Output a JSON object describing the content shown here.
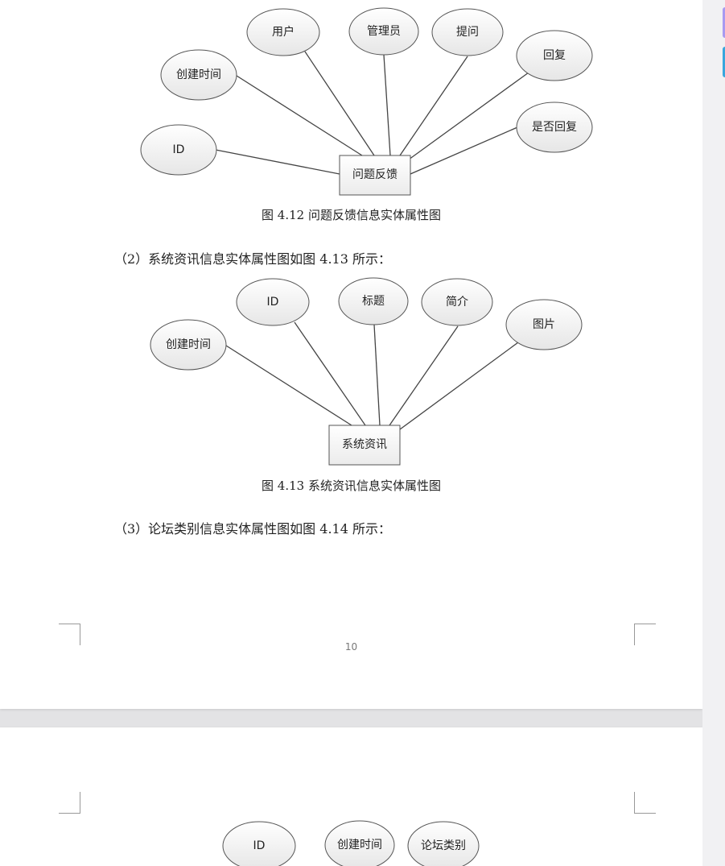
{
  "page1": {
    "figure_4_12": {
      "entity": "问题反馈",
      "attributes": [
        "用户",
        "管理员",
        "提问",
        "回复",
        "创建时间",
        "ID",
        "是否回复"
      ],
      "caption": "图 4.12   问题反馈信息实体属性图"
    },
    "paragraph_2": "（2）系统资讯信息实体属性图如图 4.13 所示：",
    "figure_4_13": {
      "entity": "系统资讯",
      "attributes": [
        "ID",
        "标题",
        "简介",
        "图片",
        "创建时间"
      ],
      "caption": "图 4.13   系统资讯信息实体属性图"
    },
    "paragraph_3": "（3）论坛类别信息实体属性图如图 4.14 所示：",
    "page_number": "10"
  },
  "page2": {
    "figure_4_14": {
      "attributes": [
        "ID",
        "创建时间",
        "论坛类别"
      ]
    }
  },
  "colors": {
    "rail_button_1": "#a89af0",
    "rail_button_2": "#39a6dd",
    "line": "#444444"
  }
}
